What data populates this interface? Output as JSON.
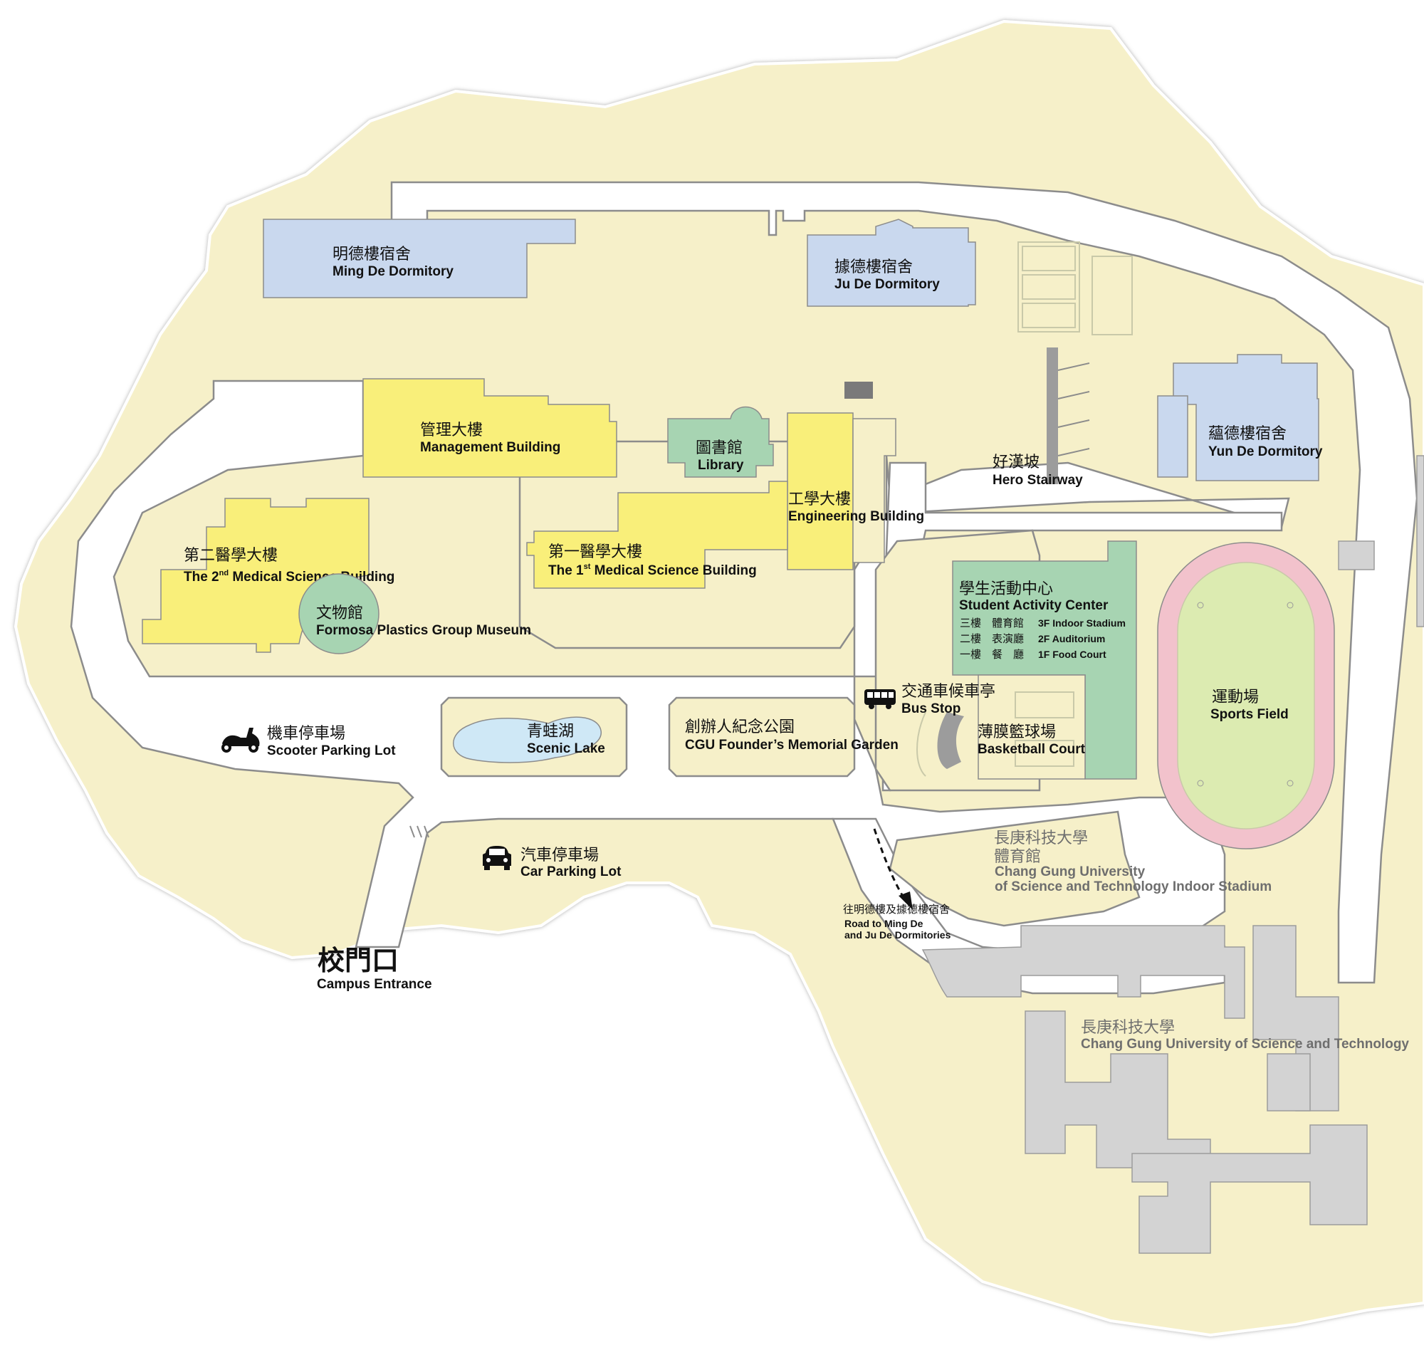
{
  "colors": {
    "land": "#f6f0c9",
    "road": "#ffffff",
    "outline": "#8c8c8c",
    "academic": "#f9ef7a",
    "dormitory": "#c9d8ee",
    "library_museum": "#a7d4b2",
    "activity_center": "#a7d4b2",
    "university_building": "#d3d3d3",
    "track": "#f2c2cc",
    "field": "#dcebb1",
    "lake": "#cfe8f6"
  },
  "labels": {
    "ming_de": {
      "zh": "明德樓宿舍",
      "en": "Ming De Dormitory"
    },
    "ju_de": {
      "zh": "據德樓宿舍",
      "en": "Ju De Dormitory"
    },
    "yun_de": {
      "zh": "蘊德樓宿舍",
      "en": "Yun De Dormitory"
    },
    "management": {
      "zh": "管理大樓",
      "en": "Management Building"
    },
    "library": {
      "zh": "圖書館",
      "en": "Library"
    },
    "engineering": {
      "zh": "工學大樓",
      "en": "Engineering Building"
    },
    "medical1": {
      "zh": "第一醫學大樓",
      "en_pre": "The 1",
      "en_sup": "st",
      "en_post": " Medical Science Building"
    },
    "medical2": {
      "zh": "第二醫學大樓",
      "en_pre": "The 2",
      "en_sup": "nd",
      "en_post": " Medical Science Building"
    },
    "museum": {
      "zh": "文物館",
      "en": "Formosa Plastics Group Museum"
    },
    "hero_stairway": {
      "zh": "好漢坡",
      "en": "Hero Stairway"
    },
    "activity_center": {
      "zh": "學生活動中心",
      "en": "Student Activity Center",
      "floors": [
        {
          "zh": "三樓　體育館",
          "en": "3F Indoor Stadium"
        },
        {
          "zh": "二樓　表演廳",
          "en": "2F Auditorium"
        },
        {
          "zh": "一樓　餐　廳",
          "en": "1F Food Court"
        }
      ]
    },
    "bus_stop": {
      "zh": "交通車候車亭",
      "en": "Bus Stop"
    },
    "basketball": {
      "zh": "薄膜籃球場",
      "en": "Basketball Court"
    },
    "sports_field": {
      "zh": "運動場",
      "en": "Sports Field"
    },
    "scooter": {
      "zh": "機車停車場",
      "en": "Scooter Parking Lot"
    },
    "lake": {
      "zh": "青蛙湖",
      "en": "Scenic Lake"
    },
    "garden": {
      "zh": "創辦人紀念公園",
      "en": "CGU Founder’s Memorial Garden"
    },
    "car_parking": {
      "zh": "汽車停車場",
      "en": "Car Parking Lot"
    },
    "cgust_stadium": {
      "zh_1": "長庚科技大學",
      "zh_2": "體育館",
      "en_1": "Chang Gung University",
      "en_2": "of Science and Technology Indoor Stadium"
    },
    "road_dorms": {
      "zh": "往明德樓及據德樓宿舍",
      "en_1": "Road to Ming De",
      "en_2": "and Ju De Dormitories"
    },
    "campus_entrance": {
      "zh": "校門口",
      "en": "Campus Entrance"
    },
    "cgust": {
      "zh": "長庚科技大學",
      "en": "Chang Gung University of Science and Technology"
    }
  },
  "icons": {
    "scooter": "scooter-icon",
    "car": "car-icon",
    "bus": "bus-icon",
    "direction": "dashed-arrow-icon"
  }
}
